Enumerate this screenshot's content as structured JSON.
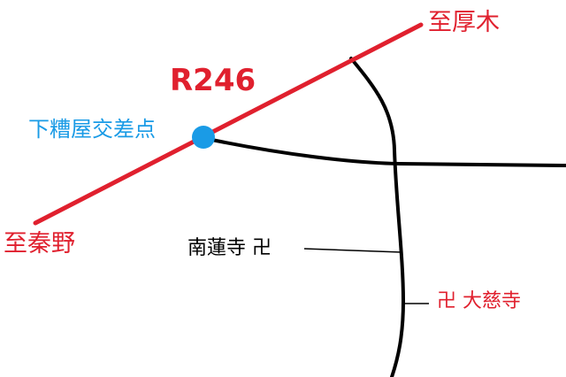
{
  "map": {
    "road_label": "R246",
    "direction_atsugi": "至厚木",
    "direction_hadano": "至秦野",
    "intersection_name": "下糟屋交差点",
    "temple_nanrenji": "南蓮寺 卍",
    "temple_daijiji": "卍 大慈寺"
  },
  "colors": {
    "route": "#e0202e",
    "road": "#000000",
    "intersection": "#1a9be6",
    "route_label": "#e0202e",
    "intersection_label": "#1a9be6",
    "temple_label": "#000000",
    "direction_label": "#e0202e"
  }
}
